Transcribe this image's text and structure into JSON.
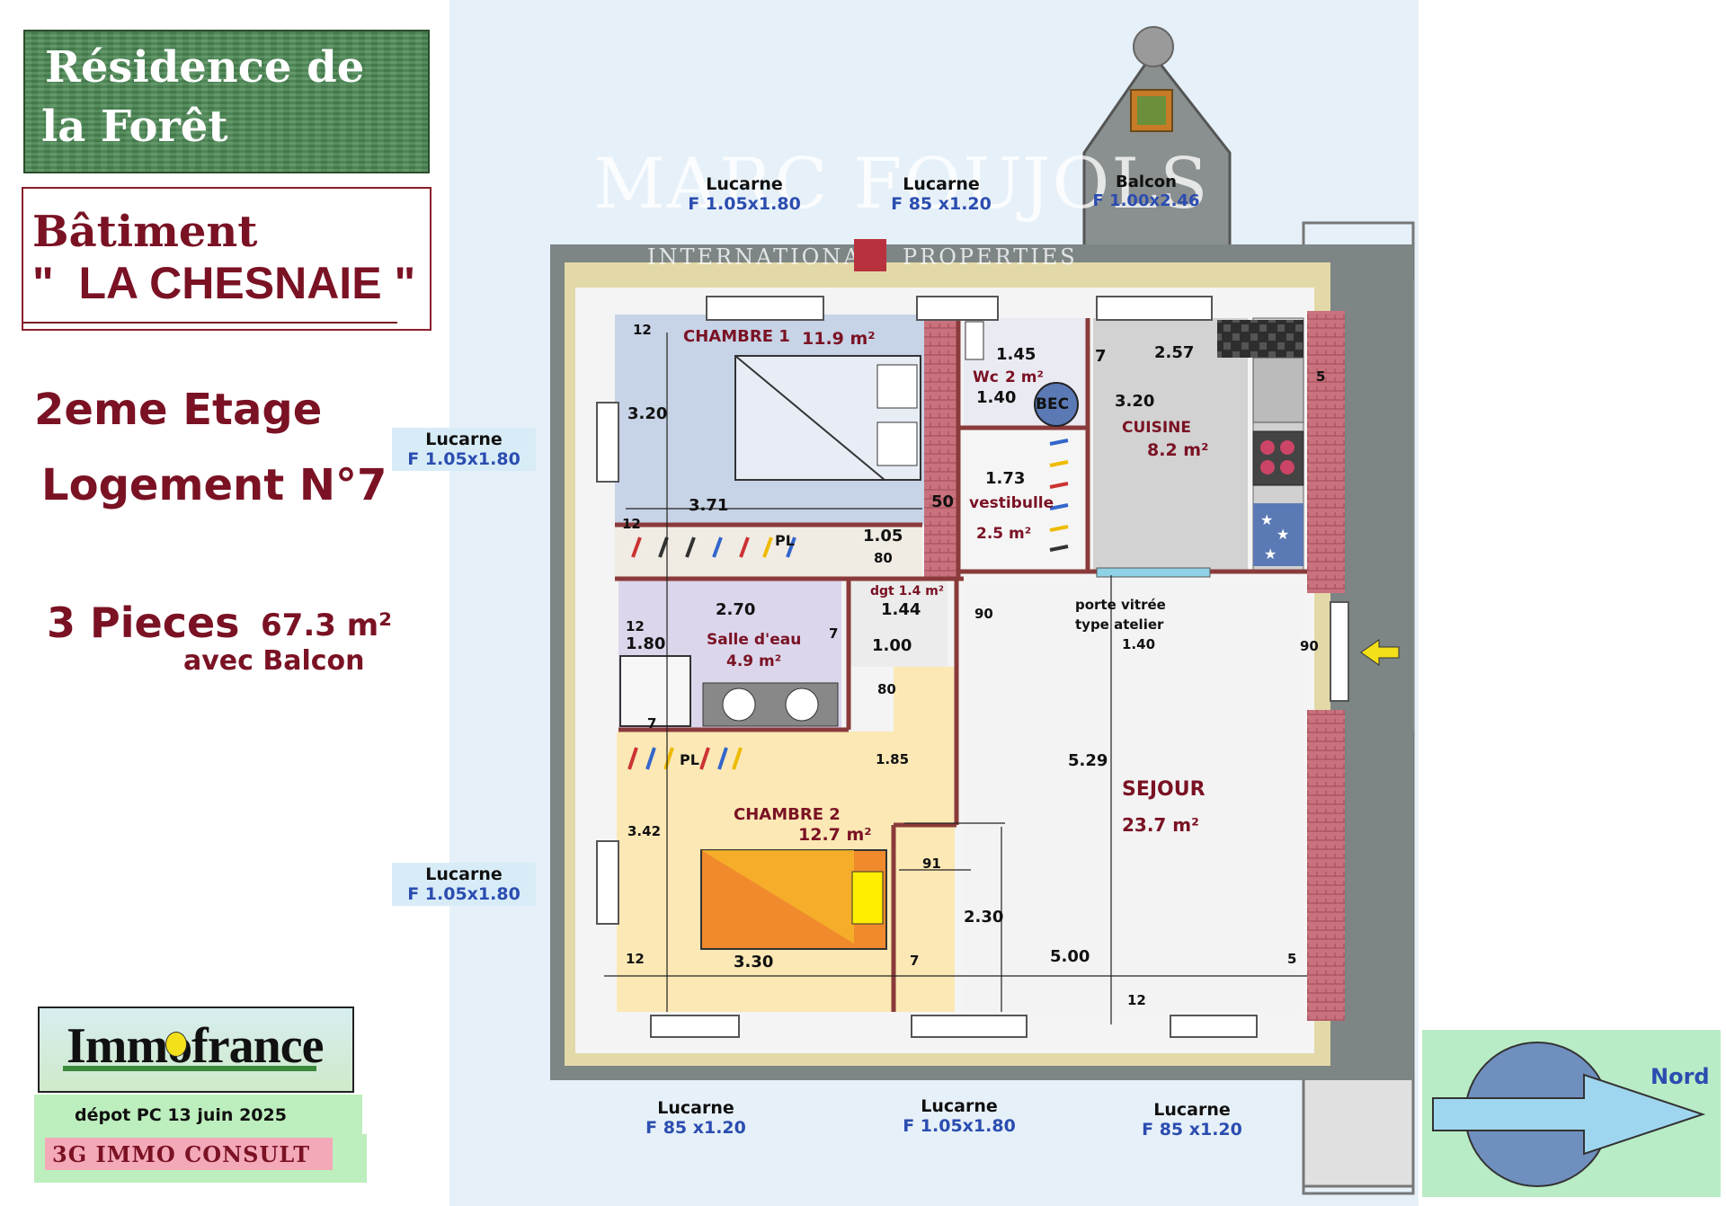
{
  "header": {
    "residence_line1": "Résidence de",
    "residence_line2": "la Forêt",
    "batiment_line1": "Bâtiment",
    "batiment_line2": "\"  LA CHESNAIE \""
  },
  "info": {
    "etage": "2eme Etage",
    "logement": "Logement N°7",
    "pieces": "3 Pieces",
    "surface": "67.3 m²",
    "balcon": "avec Balcon"
  },
  "watermark": {
    "name": "MARC FOUJOLS",
    "sub_left": "INTERNATIONAL",
    "sub_right": "PROPERTIES"
  },
  "windows": {
    "top_left": {
      "name": "Lucarne",
      "dims": "F 1.05x1.80"
    },
    "top_mid": {
      "name": "Lucarne",
      "dims": "F 85 x1.20"
    },
    "balcon": {
      "name": "Balcon",
      "dims": "F 1.00x2.46"
    },
    "left_upper": {
      "name": "Lucarne",
      "dims": "F 1.05x1.80"
    },
    "left_lower": {
      "name": "Lucarne",
      "dims": "F 1.05x1.80"
    },
    "bottom_left": {
      "name": "Lucarne",
      "dims": "F 85 x1.20"
    },
    "bottom_mid": {
      "name": "Lucarne",
      "dims": "F 1.05x1.80"
    },
    "bottom_right": {
      "name": "Lucarne",
      "dims": "F 85 x1.20"
    }
  },
  "rooms": {
    "chambre1": {
      "name": "CHAMBRE 1",
      "area": "11.9 m²"
    },
    "wc": {
      "name": "Wc",
      "area": "2 m²",
      "bec": "BEC"
    },
    "cuisine": {
      "name": "CUISINE",
      "area": "8.2 m²"
    },
    "vestibule": {
      "name": "vestibulle",
      "area": "2.5 m²"
    },
    "dgt": {
      "name": "dgt 1.4 m²"
    },
    "salle_eau": {
      "name": "Salle d'eau",
      "area": "4.9 m²"
    },
    "chambre2": {
      "name": "CHAMBRE 2",
      "area": "12.7 m²"
    },
    "sejour": {
      "name": "SEJOUR",
      "area": "23.7 m²"
    },
    "porte": {
      "line1": "porte vitrée",
      "line2": "type atelier"
    },
    "pl1": "PL",
    "pl2": "PL"
  },
  "dims": {
    "d12_a": "12",
    "d320_c1": "3.20",
    "d371": "3.71",
    "d12_b": "12",
    "d145": "1.45",
    "d140_wc": "1.40",
    "d7_a": "7",
    "d257": "2.57",
    "d320_cu": "3.20",
    "d5_a": "5",
    "d173": "1.73",
    "d50": "50",
    "d105": "1.05",
    "d80_a": "80",
    "d270": "2.70",
    "d12_c": "12",
    "d180": "1.80",
    "d7_b": "7",
    "d144": "1.44",
    "d100": "1.00",
    "d80_b": "80",
    "d90_a": "90",
    "d140_porte": "1.40",
    "d90_b": "90",
    "d7_c": "7",
    "d185": "1.85",
    "d529": "5.29",
    "d342": "3.42",
    "d91": "91",
    "d230": "2.30",
    "d12_d": "12",
    "d330": "3.30",
    "d7_d": "7",
    "d500": "5.00",
    "d5_b": "5",
    "d12_e": "12"
  },
  "footer": {
    "immo": "Immofrance",
    "depot": "dépot PC  13 juin 2025",
    "consult": "3G IMMO CONSULT",
    "nord": "Nord"
  },
  "colors": {
    "wall": "#707a7a",
    "chambre1": "#c7d3e6",
    "chambre2": "#fbe8b5",
    "salle_eau": "#dcd6ec",
    "sejour": "#f4f4f4",
    "cuisine": "#d2d2d2",
    "brick": "#c9727e",
    "title_red": "#7a1224",
    "window_blue": "#2b4db0"
  }
}
